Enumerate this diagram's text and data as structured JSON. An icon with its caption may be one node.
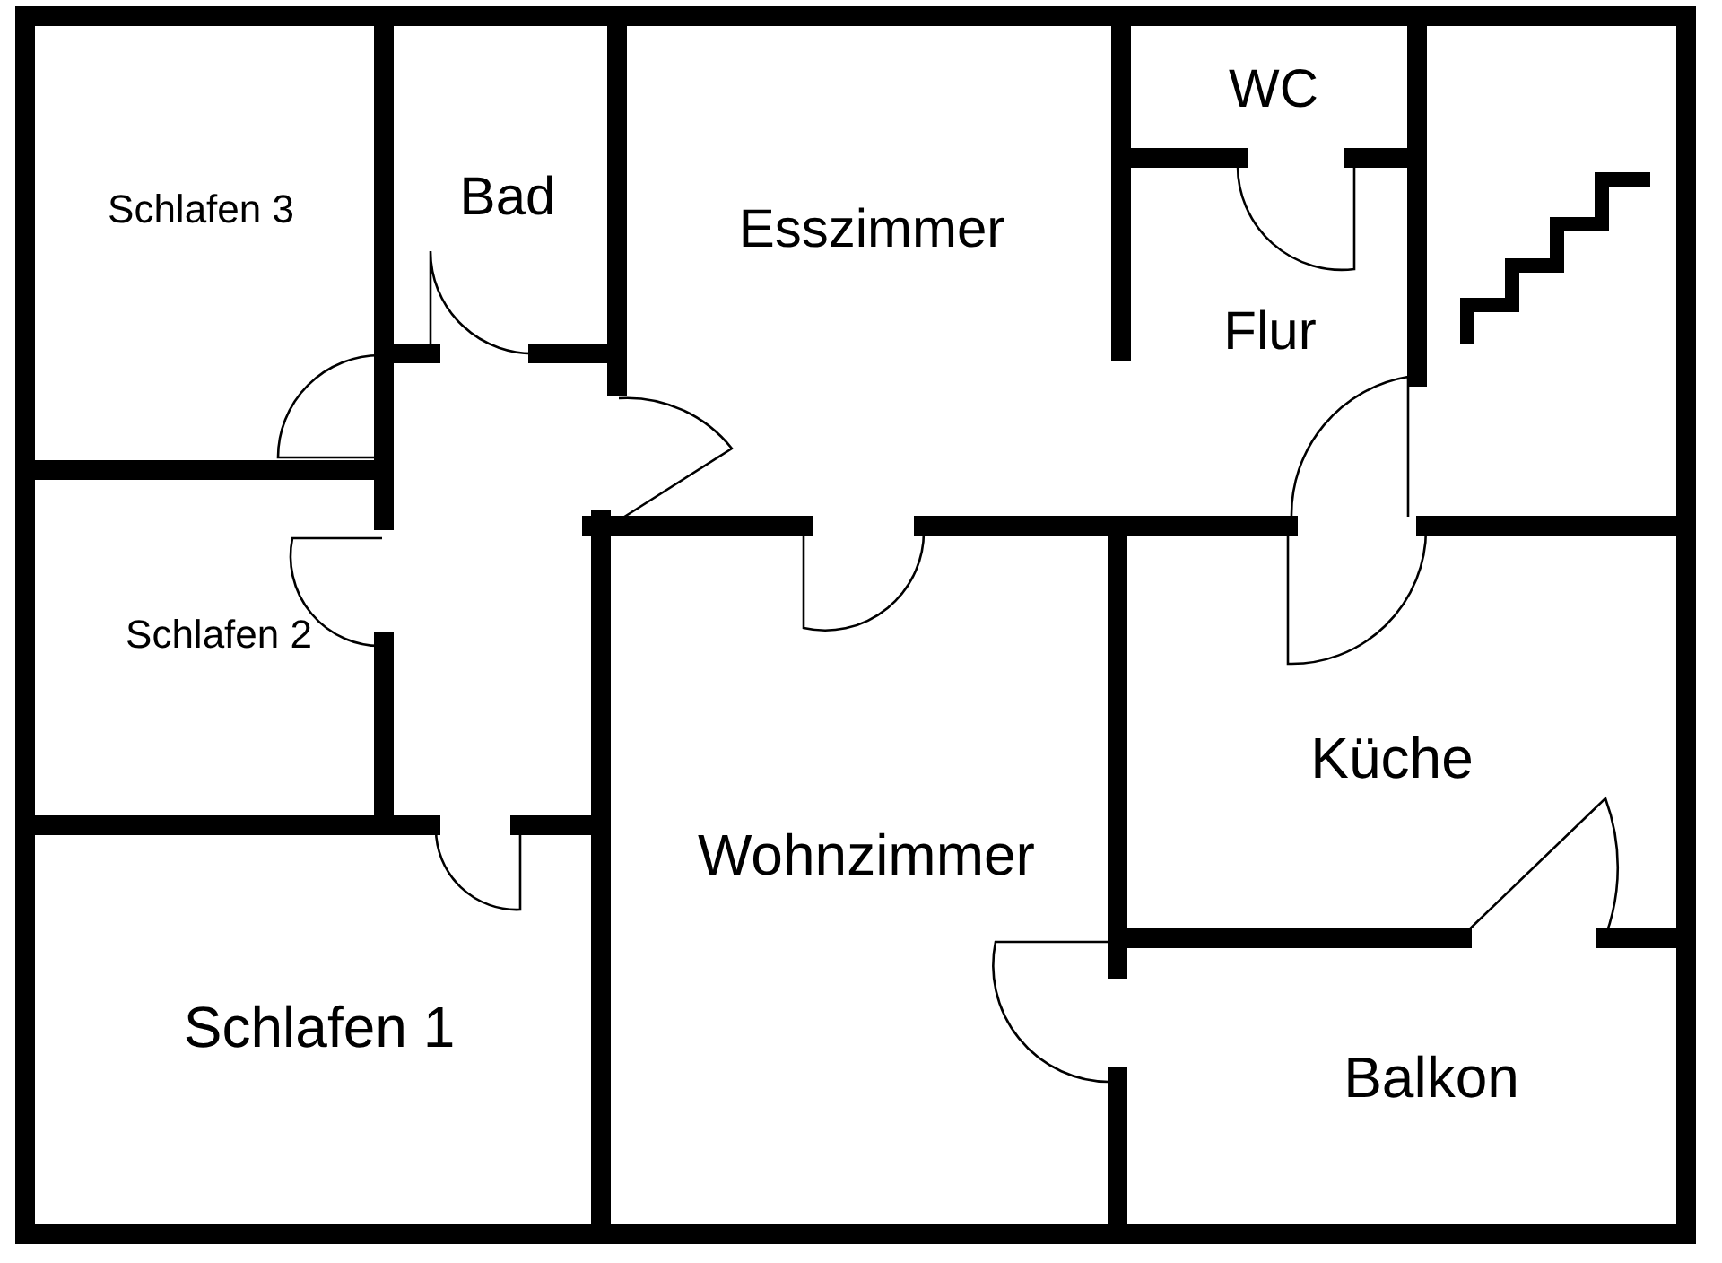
{
  "diagram": {
    "labels": [
      "Schlafen 3",
      "Bad",
      "Esszimmer",
      "WC",
      "Flur",
      "Schlafen 2",
      "Küche",
      "Wohnzimmer",
      "Schlafen 1",
      "Balkon"
    ]
  }
}
